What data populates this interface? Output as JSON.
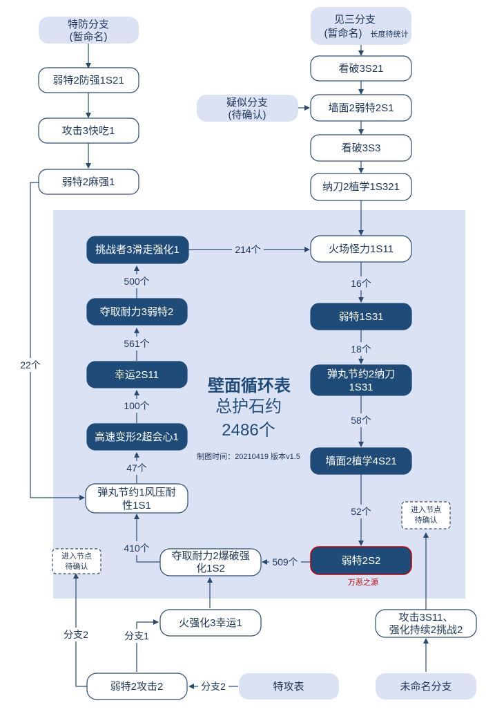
{
  "panel": {
    "title": "壁面循环表",
    "subtitle": "总护石约",
    "total": "2486个",
    "meta": "制图时间：20210419 版本v1.5"
  },
  "nodes": {
    "tefang": [
      "特防分支",
      "(暂命名)"
    ],
    "ruote2_fangqiang1": "弱特2防强1S21",
    "gongji3_kuaichi1": "攻击3快吃1",
    "ruote2_maqiang1": "弱特2麻强1",
    "jiansan": [
      "见三分支",
      "(暂命名)"
    ],
    "jiansan_note": "长度待统计",
    "kanpo3_s21": "看破3S21",
    "yisi": [
      "疑似分支",
      "(待确认)"
    ],
    "qiangmian2_ruote2": "墙面2弱特2S1",
    "kanpo3_s3": "看破3S3",
    "nadao2_zhixue1": "纳刀2植学1S321",
    "tiaozhan3": "挑战者3滑走强化1",
    "huochang": "火场怪力1S11",
    "duoqu3_ruote2": "夺取耐力3弱特2",
    "ruote1_s31": "弱特1S31",
    "xingyun2": "幸运2S11",
    "danwan2_nadao": [
      "弹丸节约2纳刀",
      "1S31"
    ],
    "gaosu2": "高速变形2超会心1",
    "qiangmian2_zhixue4": "墙面2植学4S21",
    "danwan1_fengya": [
      "弹丸节约1风压耐",
      "性1S1"
    ],
    "duoqu2_baopo": [
      "夺取耐力2爆破强",
      "化1S2"
    ],
    "ruote2_s2": "弱特2S2",
    "wane": "万恶之源",
    "pending_left": [
      "进入节点",
      "待确认"
    ],
    "pending_right": [
      "进入节点",
      "待确认"
    ],
    "huoqiang3": "火强化3幸运1",
    "gongji3_s11": [
      "攻击3S11、",
      "强化持续2挑战2"
    ],
    "ruote2_gongji2": "弱特2攻击2",
    "tegong": "特攻表",
    "weiming": "未命名分支"
  },
  "edge_labels": {
    "e214": "214个",
    "e500": "500个",
    "e561": "561个",
    "e100": "100个",
    "e47": "47个",
    "e410": "410个",
    "e16": "16个",
    "e18": "18个",
    "e58": "58个",
    "e52": "52个",
    "e509": "509个",
    "e22": "22个",
    "branch2_left": "分支2",
    "branch1": "分支1",
    "branch2_bottom": "分支2"
  }
}
